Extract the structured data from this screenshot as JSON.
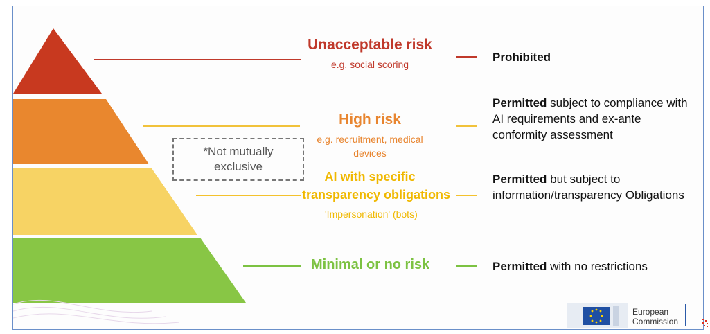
{
  "tiers": [
    {
      "title": "Unacceptable risk",
      "example": "e.g. social scoring",
      "permission_bold": "Prohibited",
      "permission_rest": "",
      "color": "#c0392b"
    },
    {
      "title": "High risk",
      "example_line1": "e.g. recruitment, medical",
      "example_line2": "devices",
      "permission_bold": "Permitted",
      "permission_rest": "subject to compliance with AI requirements and ex-ante conformity assessment",
      "color": "#e8852f"
    },
    {
      "title_line1": "AI with specific",
      "title_line2": "transparency obligations",
      "example": "'Impersonation' (bots)",
      "permission_bold": "Permitted",
      "permission_rest": "but subject to information/transparency Obligations",
      "color": "#f4c22e"
    },
    {
      "title": "Minimal or no risk",
      "permission_bold": "Permitted",
      "permission_rest": "with no restrictions",
      "color": "#7cc242"
    }
  ],
  "note": {
    "line1": "*Not mutually",
    "line2": "exclusive"
  },
  "logo": {
    "line1": "European",
    "line2": "Commission"
  }
}
